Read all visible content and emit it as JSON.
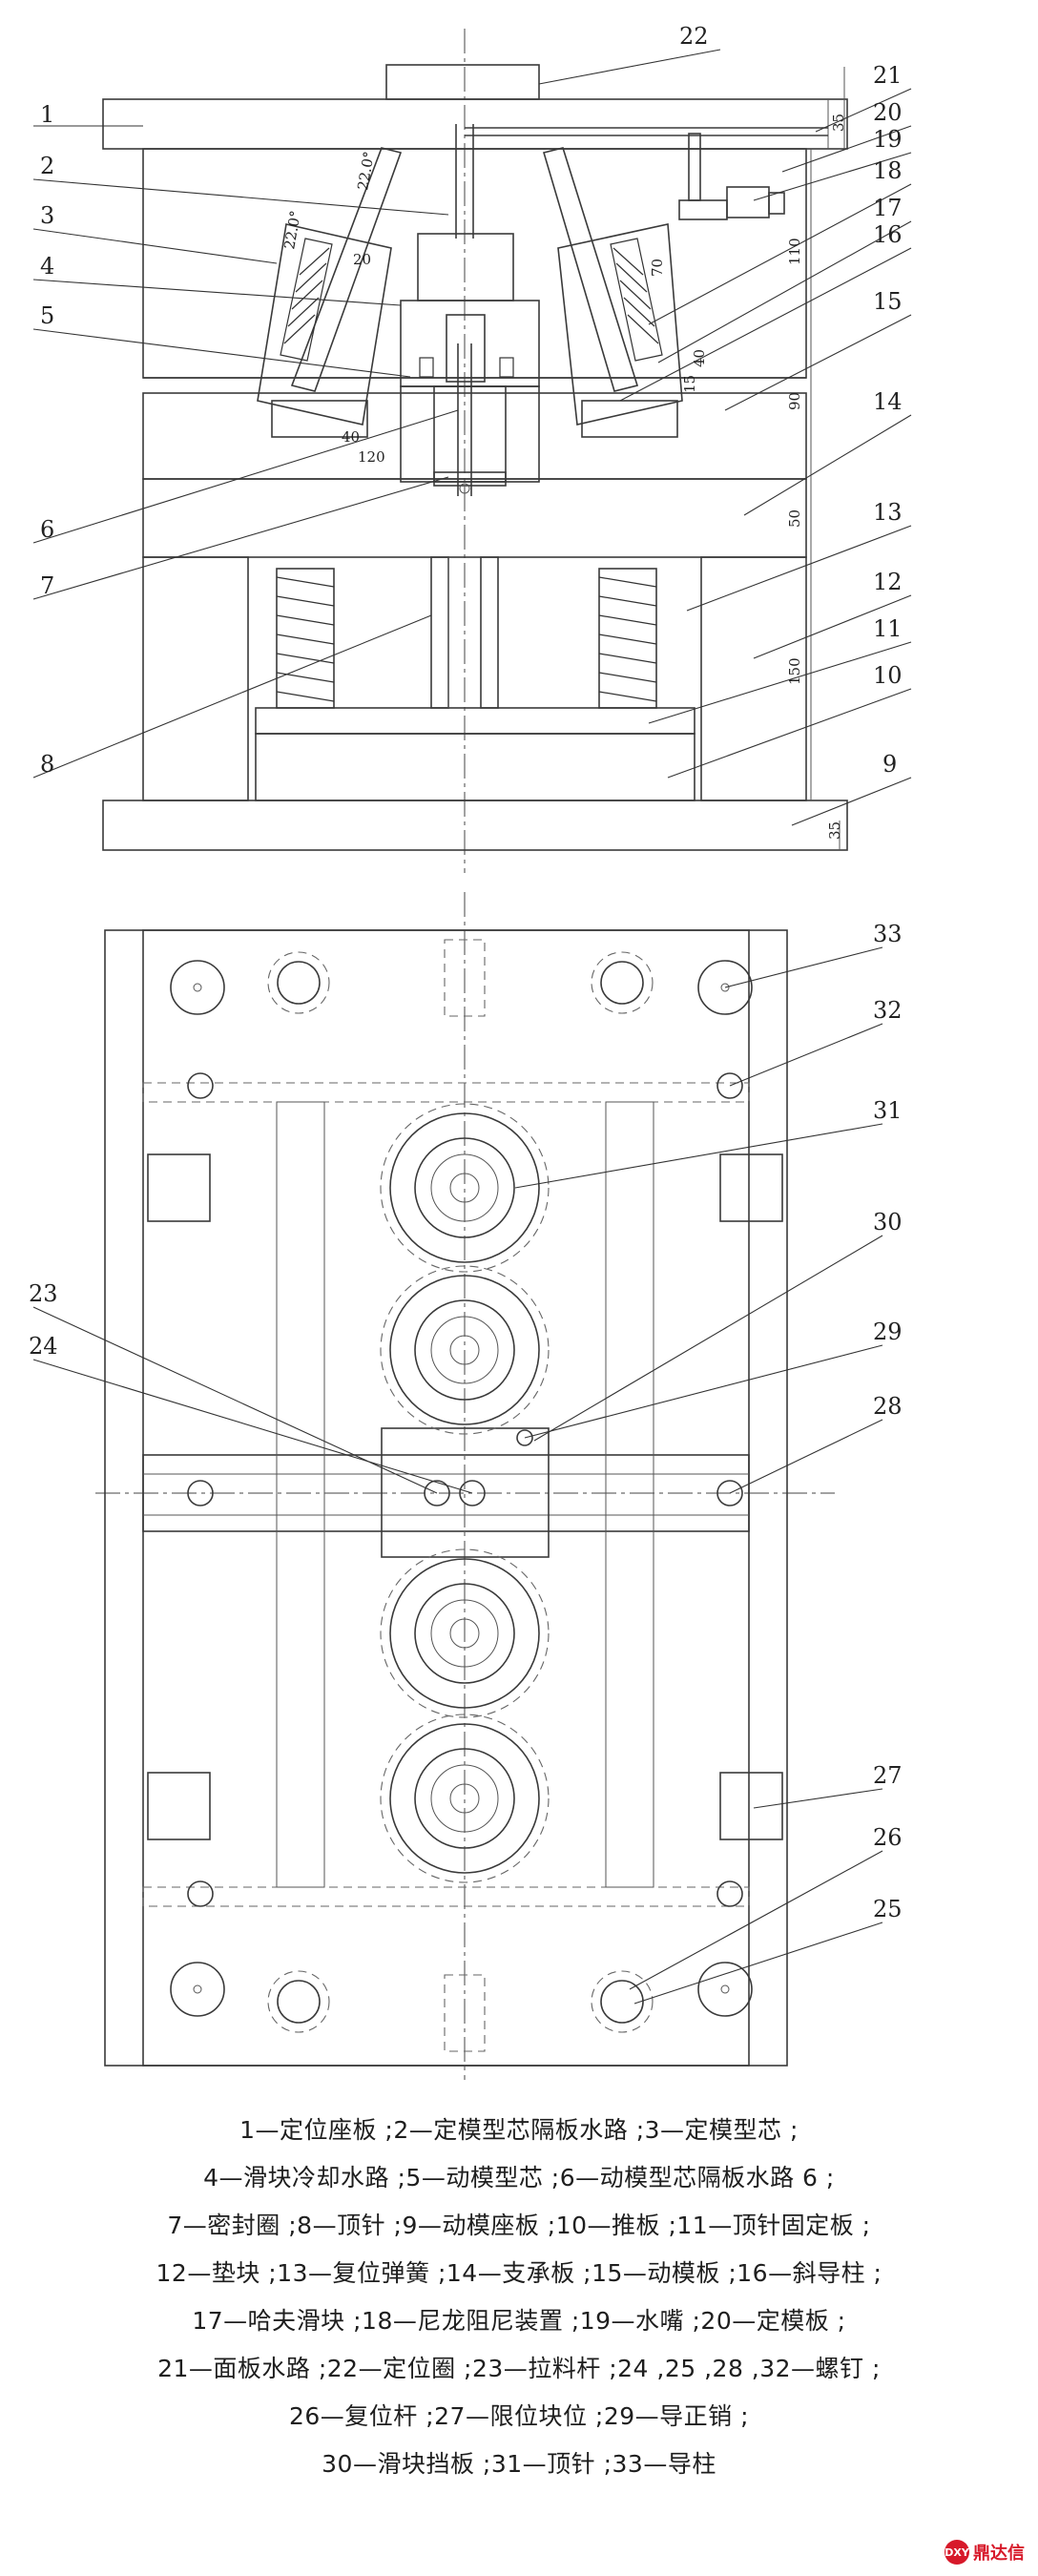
{
  "callouts": [
    "1",
    "2",
    "3",
    "4",
    "5",
    "6",
    "7",
    "8",
    "9",
    "10",
    "11",
    "12",
    "13",
    "14",
    "15",
    "16",
    "17",
    "18",
    "19",
    "20",
    "21",
    "22",
    "23",
    "24",
    "25",
    "26",
    "27",
    "28",
    "29",
    "30",
    "31",
    "32",
    "33"
  ],
  "dimensions": {
    "d35_top": "35",
    "d70": "70",
    "d110": "110",
    "d40_right": "40",
    "d15": "15",
    "d90": "90",
    "d50": "50",
    "d150": "150",
    "d35_bottom": "35",
    "d40_bottom": "40",
    "d120": "120",
    "d20": "20",
    "a22_upper": "22.0°",
    "a22_lower": "22.0°"
  },
  "legend": [
    "1—定位座板 ;2—定模型芯隔板水路 ;3—定模型芯 ;",
    "4—滑块冷却水路 ;5—动模型芯 ;6—动模型芯隔板水路 6 ;",
    "7—密封圈 ;8—顶针 ;9—动模座板 ;10—推板 ;11—顶针固定板 ;",
    "12—垫块 ;13—复位弹簧 ;14—支承板 ;15—动模板 ;16—斜导柱 ;",
    "17—哈夫滑块 ;18—尼龙阻尼装置 ;19—水嘴 ;20—定模板 ;",
    "21—面板水路 ;22—定位圈 ;23—拉料杆 ;24 ,25 ,28 ,32—螺钉 ;",
    "26—复位杆 ;27—限位块位 ;29—导正销 ;",
    "30—滑块挡板 ;31—顶针 ;33—导柱"
  ],
  "watermark": {
    "logo_text": "DXY",
    "text": "鼎达信"
  }
}
